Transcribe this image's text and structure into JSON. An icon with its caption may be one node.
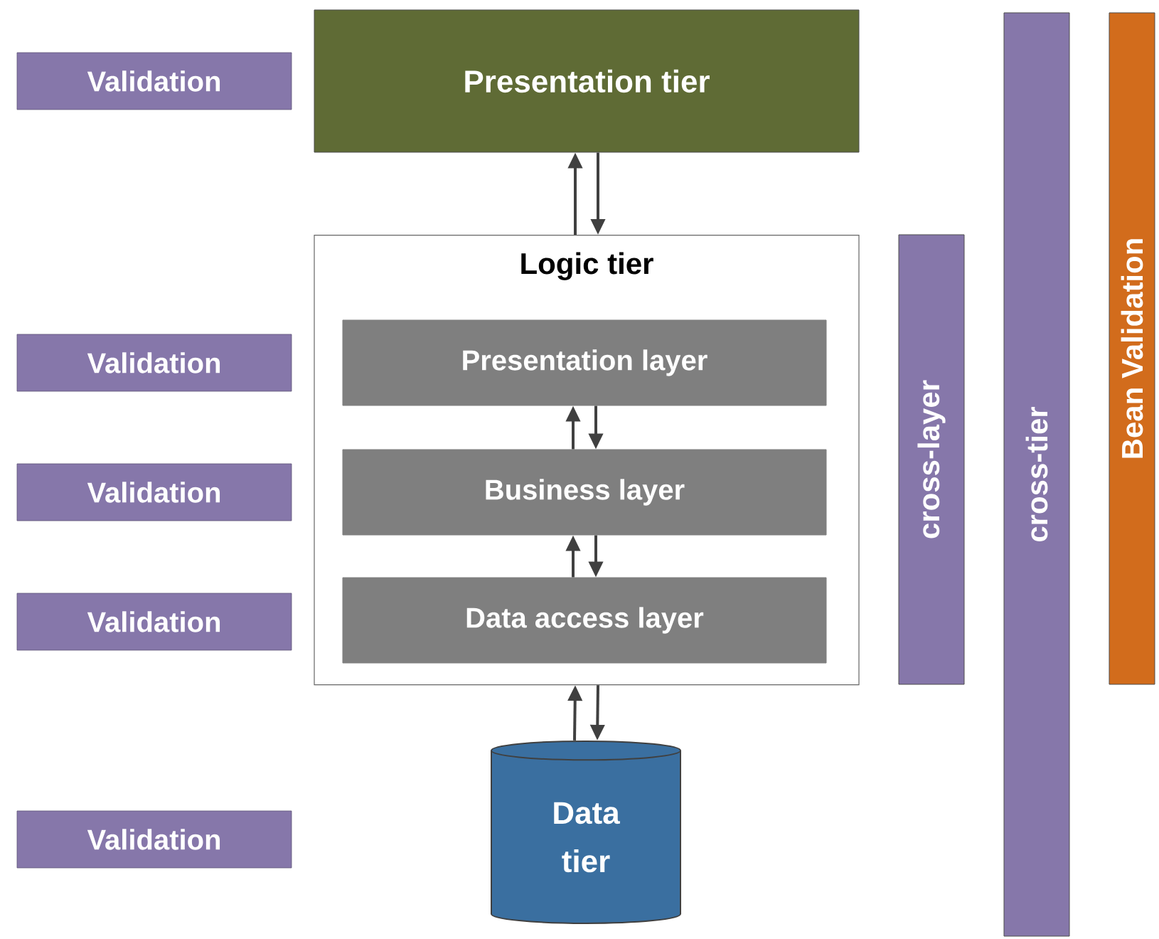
{
  "diagram": {
    "nodes": [
      {
        "text": [
          "Validation"
        ]
      },
      {
        "text": [
          "Presentation tier"
        ]
      },
      {
        "text": [
          "Logic tier"
        ]
      },
      {
        "text": [
          "Presentation layer"
        ],
        "in": 2
      },
      {
        "text": [
          "Business layer"
        ],
        "in": 2
      },
      {
        "text": [
          "Data access layer"
        ],
        "in": 2
      },
      {
        "text": [
          "Validation"
        ]
      },
      {
        "text": [
          "Validation"
        ]
      },
      {
        "text": [
          "Validation"
        ]
      },
      {
        "text": [
          "Data tier"
        ]
      },
      {
        "text": [
          "Validation"
        ]
      },
      {
        "text": [
          "cross-layer"
        ]
      },
      {
        "text": [
          "cross-tier"
        ]
      },
      {
        "text": [
          "Bean Validation"
        ]
      }
    ],
    "edges": [
      {
        "from": 2,
        "to": 1,
        "arrow": "to"
      },
      {
        "from": 1,
        "to": 2,
        "arrow": "to"
      },
      {
        "from": 4,
        "to": 3,
        "arrow": "to"
      },
      {
        "from": 3,
        "to": 4,
        "arrow": "to"
      },
      {
        "from": 5,
        "to": 4,
        "arrow": "to"
      },
      {
        "from": 4,
        "to": 5,
        "arrow": "to"
      },
      {
        "from": 9,
        "to": 2,
        "arrow": "to"
      },
      {
        "from": 2,
        "to": 9,
        "arrow": "to"
      }
    ]
  }
}
